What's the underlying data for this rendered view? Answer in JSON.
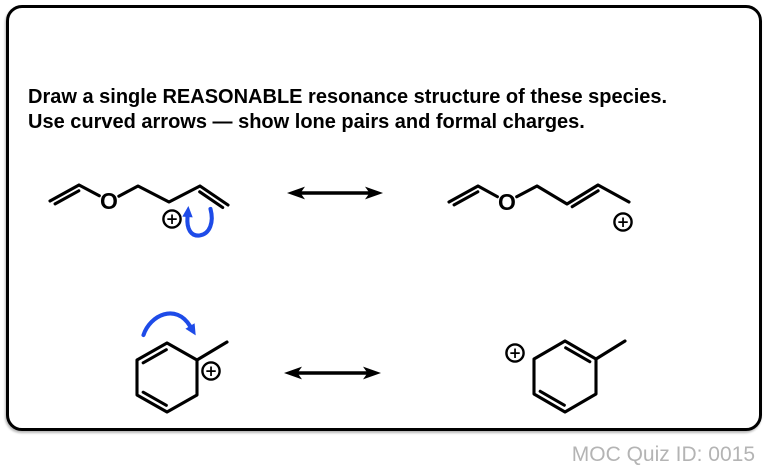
{
  "header": {
    "line1": "Draw a single REASONABLE resonance structure of these species.",
    "line2": "Use curved arrows — show lone pairs and formal charges."
  },
  "footer": {
    "quiz_id": "MOC Quiz ID: 0015"
  },
  "symbols": {
    "oxygen": "O",
    "plus_charge": "+"
  },
  "colors": {
    "bond_black": "#000000",
    "curved_arrow_blue": "#1e4be8",
    "footer_gray": "#b4b4b4",
    "border_black": "#000000",
    "background": "#ffffff"
  },
  "problems": [
    {
      "position": "top-row",
      "left_molecule": "CH2=CH-O-CH2-CH(+)-CH=CH2 vinyl ether with allylic carbocation, plus charge on carbon adjacent to terminal alkene",
      "curved_arrow": "blue hooked arrow from terminal C=C pi bond curling to the cationic carbon",
      "resonance_arrow": "double-headed left-right arrow",
      "right_molecule": "CH2=CH-O-CH2-CH=CH-CH2(+) resonance form, double bond shifted inward, plus charge on terminal carbon"
    },
    {
      "position": "bottom-row",
      "left_molecule": "1-methylcyclohexa-2,4-dienyl cation, plus charge on methyl-bearing ring carbon, double bonds on upper-left and lower-left ring edges",
      "curved_arrow": "blue arc from upper-left ring pi bond over the top vertex to the cationic carbon",
      "resonance_arrow": "double-headed left-right arrow",
      "right_molecule": "resonance form with double bond between top vertex and methyl carbon, plus charge shifted to upper-left ring carbon"
    }
  ]
}
